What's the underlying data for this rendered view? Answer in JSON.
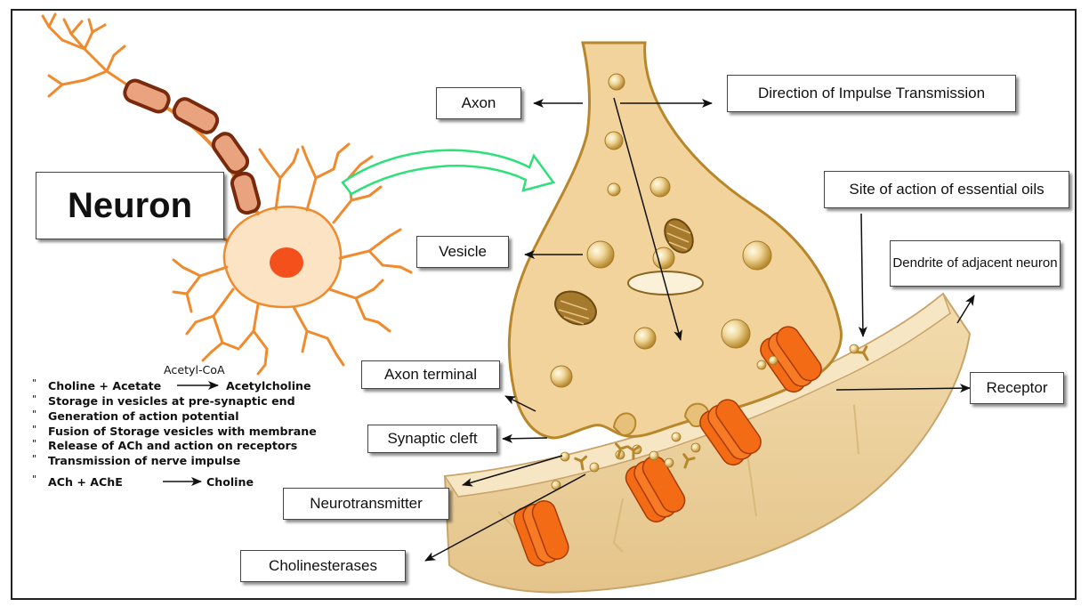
{
  "labels": {
    "neuron": "Neuron",
    "axon": "Axon",
    "direction": "Direction of Impulse Transmission",
    "site": "Site of action of essential oils",
    "dendrite": "Dendrite of adjacent neuron",
    "vesicle": "Vesicle",
    "axon_terminal": "Axon terminal",
    "synaptic_cleft": "Synaptic cleft",
    "receptor": "Receptor",
    "neurotransmitter": "Neurotransmitter",
    "cholinesterases": "Cholinesterases"
  },
  "reaction_1": {
    "catalyst": "Acetyl-CoA",
    "reactant": "Choline + Acetate",
    "product": "Acetylcholine"
  },
  "reaction_2": {
    "reactant": "ACh + AChE",
    "product": "Choline"
  },
  "steps": [
    "Storage in vesicles at pre-synaptic end",
    "Generation of action potential",
    "Fusion of Storage vesicles with membrane",
    "Release of ACh and action on receptors",
    "Transmission of nerve impulse"
  ],
  "colors": {
    "cytoplasm": "#f2d39c",
    "membrane": "#b8862b",
    "neuron_outline": "#f08a2c",
    "nucleus": "#f4501c",
    "receptor": "#f36b15",
    "myelin": "#e9a47f",
    "arrow_outline": "#2ee07a"
  }
}
